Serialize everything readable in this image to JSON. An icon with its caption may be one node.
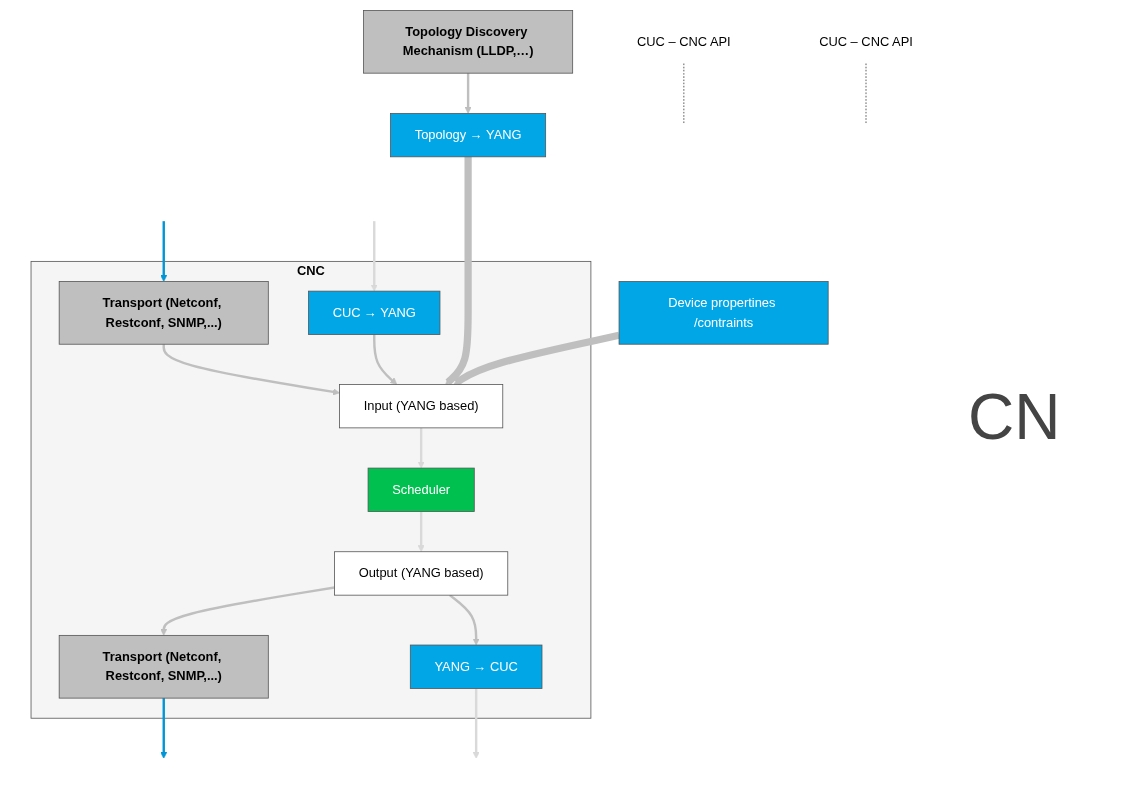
{
  "diagram": {
    "nodes": [
      {
        "text": [
          "CNC"
        ]
      },
      {
        "text": [
          "Transport (Netconf, Restconf, SNMP,...)"
        ],
        "in": 0
      },
      {
        "text": [
          "CUC → YANG"
        ],
        "in": 0
      },
      {
        "text": [
          "Input (YANG based)"
        ],
        "in": 0
      },
      {
        "text": [
          "Scheduler"
        ],
        "in": 0
      },
      {
        "text": [
          "Output (YANG based)"
        ],
        "in": 0
      },
      {
        "text": [
          "Transport (Netconf, Restconf, SNMP,...)"
        ],
        "in": 0
      },
      {
        "text": [
          "YANG → CUC"
        ],
        "in": 0
      },
      {
        "text": [
          "Topology → YANG"
        ]
      },
      {
        "text": [
          "Topology Discovery Mechanism (LLDP,…)"
        ]
      },
      {
        "text": [
          "Device propertines /contraints"
        ]
      },
      {
        "text": [
          "CUC – CNC API"
        ]
      },
      {
        "text": [
          "CUC – CNC API"
        ]
      }
    ],
    "edges": [
      {
        "from": null,
        "to": 1,
        "arrow": "to",
        "color": "#0096d6"
      },
      {
        "from": null,
        "to": 2,
        "arrow": "to",
        "color": "#d9d9d9"
      },
      {
        "from": 1,
        "to": 3,
        "arrow": "to"
      },
      {
        "from": 2,
        "to": 3,
        "arrow": "to"
      },
      {
        "from": 3,
        "to": 4,
        "arrow": "to",
        "color": "#d9d9d9"
      },
      {
        "from": 4,
        "to": 5,
        "arrow": "to",
        "color": "#d9d9d9"
      },
      {
        "from": 5,
        "to": 6,
        "arrow": "to"
      },
      {
        "from": 5,
        "to": 7,
        "arrow": "to"
      },
      {
        "from": 6,
        "to": null,
        "arrow": "to",
        "color": "#0096d6"
      },
      {
        "from": 7,
        "to": null,
        "arrow": "to",
        "color": "#d9d9d9"
      },
      {
        "from": 9,
        "to": 8,
        "arrow": "to"
      },
      {
        "from": 8,
        "to": 3,
        "arrow": "to",
        "style": "thick"
      },
      {
        "from": 10,
        "to": 3,
        "arrow": "to",
        "style": "thick"
      },
      {
        "from": 11,
        "to": null,
        "arrow": "none",
        "style": "dashed",
        "color": "#333333"
      },
      {
        "from": 12,
        "to": null,
        "arrow": "none",
        "style": "dashed",
        "color": "#333333"
      }
    ],
    "labels": [
      "CN"
    ]
  }
}
